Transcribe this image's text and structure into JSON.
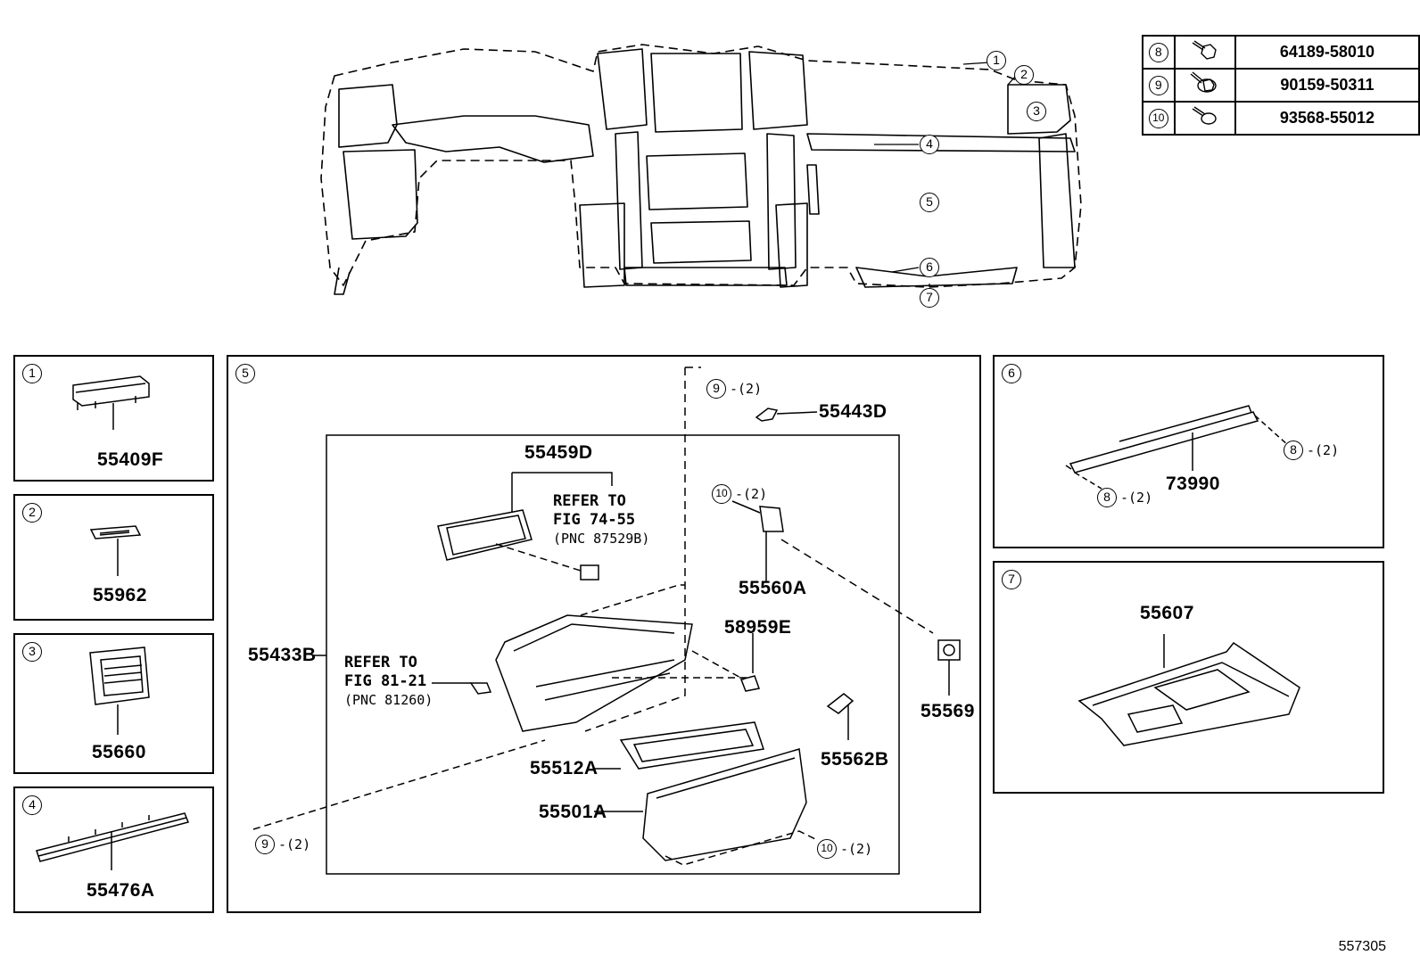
{
  "fastener_table": [
    {
      "key": "8",
      "icon": "bolt-icon",
      "part": "64189-58010"
    },
    {
      "key": "9",
      "icon": "screw-washer-icon",
      "part": "90159-50311"
    },
    {
      "key": "10",
      "icon": "screw-icon",
      "part": "93568-55012"
    }
  ],
  "overview_callouts": [
    "1",
    "2",
    "3",
    "4",
    "5",
    "6",
    "7"
  ],
  "panels": {
    "p1": {
      "num": "1",
      "part": "55409F"
    },
    "p2": {
      "num": "2",
      "part": "55962"
    },
    "p3": {
      "num": "3",
      "part": "55660"
    },
    "p4": {
      "num": "4",
      "part": "55476A"
    },
    "p5": {
      "num": "5"
    },
    "p6": {
      "num": "6",
      "part": "73990"
    },
    "p7": {
      "num": "7",
      "part": "55607"
    }
  },
  "panel5": {
    "parts": {
      "p55443D": "55443D",
      "p55459D": "55459D",
      "p55560A": "55560A",
      "p55433B": "55433B",
      "p58959E": "58959E",
      "p55569": "55569",
      "p55562B": "55562B",
      "p55512A": "55512A",
      "p55501A": "55501A"
    },
    "refer1": {
      "line1": "REFER TO",
      "line2": "FIG 74-55",
      "line3": "(PNC 87529B)"
    },
    "refer2": {
      "line1": "REFER TO",
      "line2": "FIG 81-21",
      "line3": "(PNC 81260)"
    },
    "qty": "-(2)"
  },
  "callout_keys": {
    "k8": "8",
    "k9": "9",
    "k10": "10"
  },
  "footer_id": "557305"
}
